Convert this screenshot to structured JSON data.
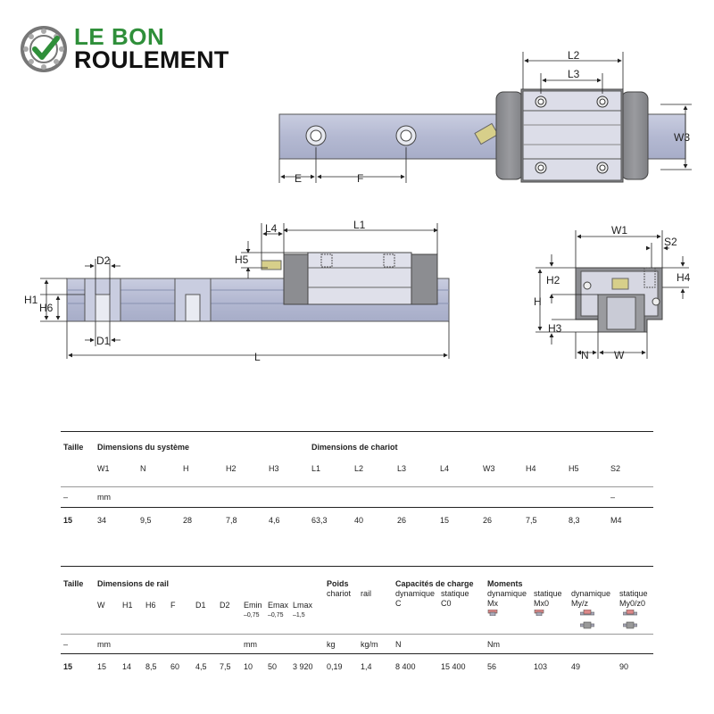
{
  "brand": {
    "line1": "LE BON",
    "line2": "ROULEMENT"
  },
  "dims": {
    "L2": "L2",
    "L3": "L3",
    "W3": "W3",
    "E": "E",
    "F": "F",
    "L4": "L4",
    "L1": "L1",
    "H5": "H5",
    "D2": "D2",
    "D1": "D1",
    "H1": "H1",
    "H6": "H6",
    "L": "L",
    "W1": "W1",
    "S2": "S2",
    "H2": "H2",
    "H4": "H4",
    "H": "H",
    "H3": "H3",
    "N": "N",
    "W": "W"
  },
  "table1": {
    "col_taille": "Taille",
    "group_system": "Dimensions du système",
    "group_chariot": "Dimensions de chariot",
    "headers": [
      "W1",
      "N",
      "H",
      "H2",
      "H3",
      "L1",
      "L2",
      "L3",
      "L4",
      "W3",
      "H4",
      "H5",
      "S2"
    ],
    "unit_dash": "–",
    "unit_mm": "mm",
    "unit_last": "–",
    "row_size": "15",
    "row": [
      "34",
      "9,5",
      "28",
      "7,8",
      "4,6",
      "63,3",
      "40",
      "26",
      "15",
      "26",
      "7,5",
      "8,3",
      "M4"
    ]
  },
  "table2": {
    "col_taille": "Taille",
    "group_rail": "Dimensions de rail",
    "group_poids": "Poids",
    "poids_chariot": "chariot",
    "poids_rail": "rail",
    "group_capacites": "Capacités de charge",
    "cap_dyn": "dynamique",
    "cap_stat": "statique",
    "cap_C": "C",
    "cap_C0": "C0",
    "group_moments": "Moments",
    "mom_dyn1": "dynamique",
    "mom_stat1": "statique",
    "mom_dyn2": "dynamique",
    "mom_stat2": "statique",
    "mom_Mx": "Mx",
    "mom_Mx0": "Mx0",
    "mom_Myz": "My/z",
    "mom_Myz0": "My0/z0",
    "headers": [
      "W",
      "H1",
      "H6",
      "F",
      "D1",
      "D2",
      "Emin",
      "Emax",
      "Lmax"
    ],
    "tol_emin": "–0,75",
    "tol_emax": "–0,75",
    "tol_lmax": "–1,5",
    "unit_dash": "–",
    "unit_mm1": "mm",
    "unit_mm2": "mm",
    "unit_kg": "kg",
    "unit_kgm": "kg/m",
    "unit_N": "N",
    "unit_Nm": "Nm",
    "row_size": "15",
    "row": [
      "15",
      "14",
      "8,5",
      "60",
      "4,5",
      "7,5",
      "10",
      "50",
      "3 920",
      "0,19",
      "1,4",
      "8 400",
      "15 400",
      "56",
      "103",
      "49",
      "90"
    ]
  },
  "colors": {
    "brand_green": "#2f8f3a",
    "rail": "#b9bfd6",
    "carriage": "#8f9094",
    "guide": "#dfe1ec"
  }
}
